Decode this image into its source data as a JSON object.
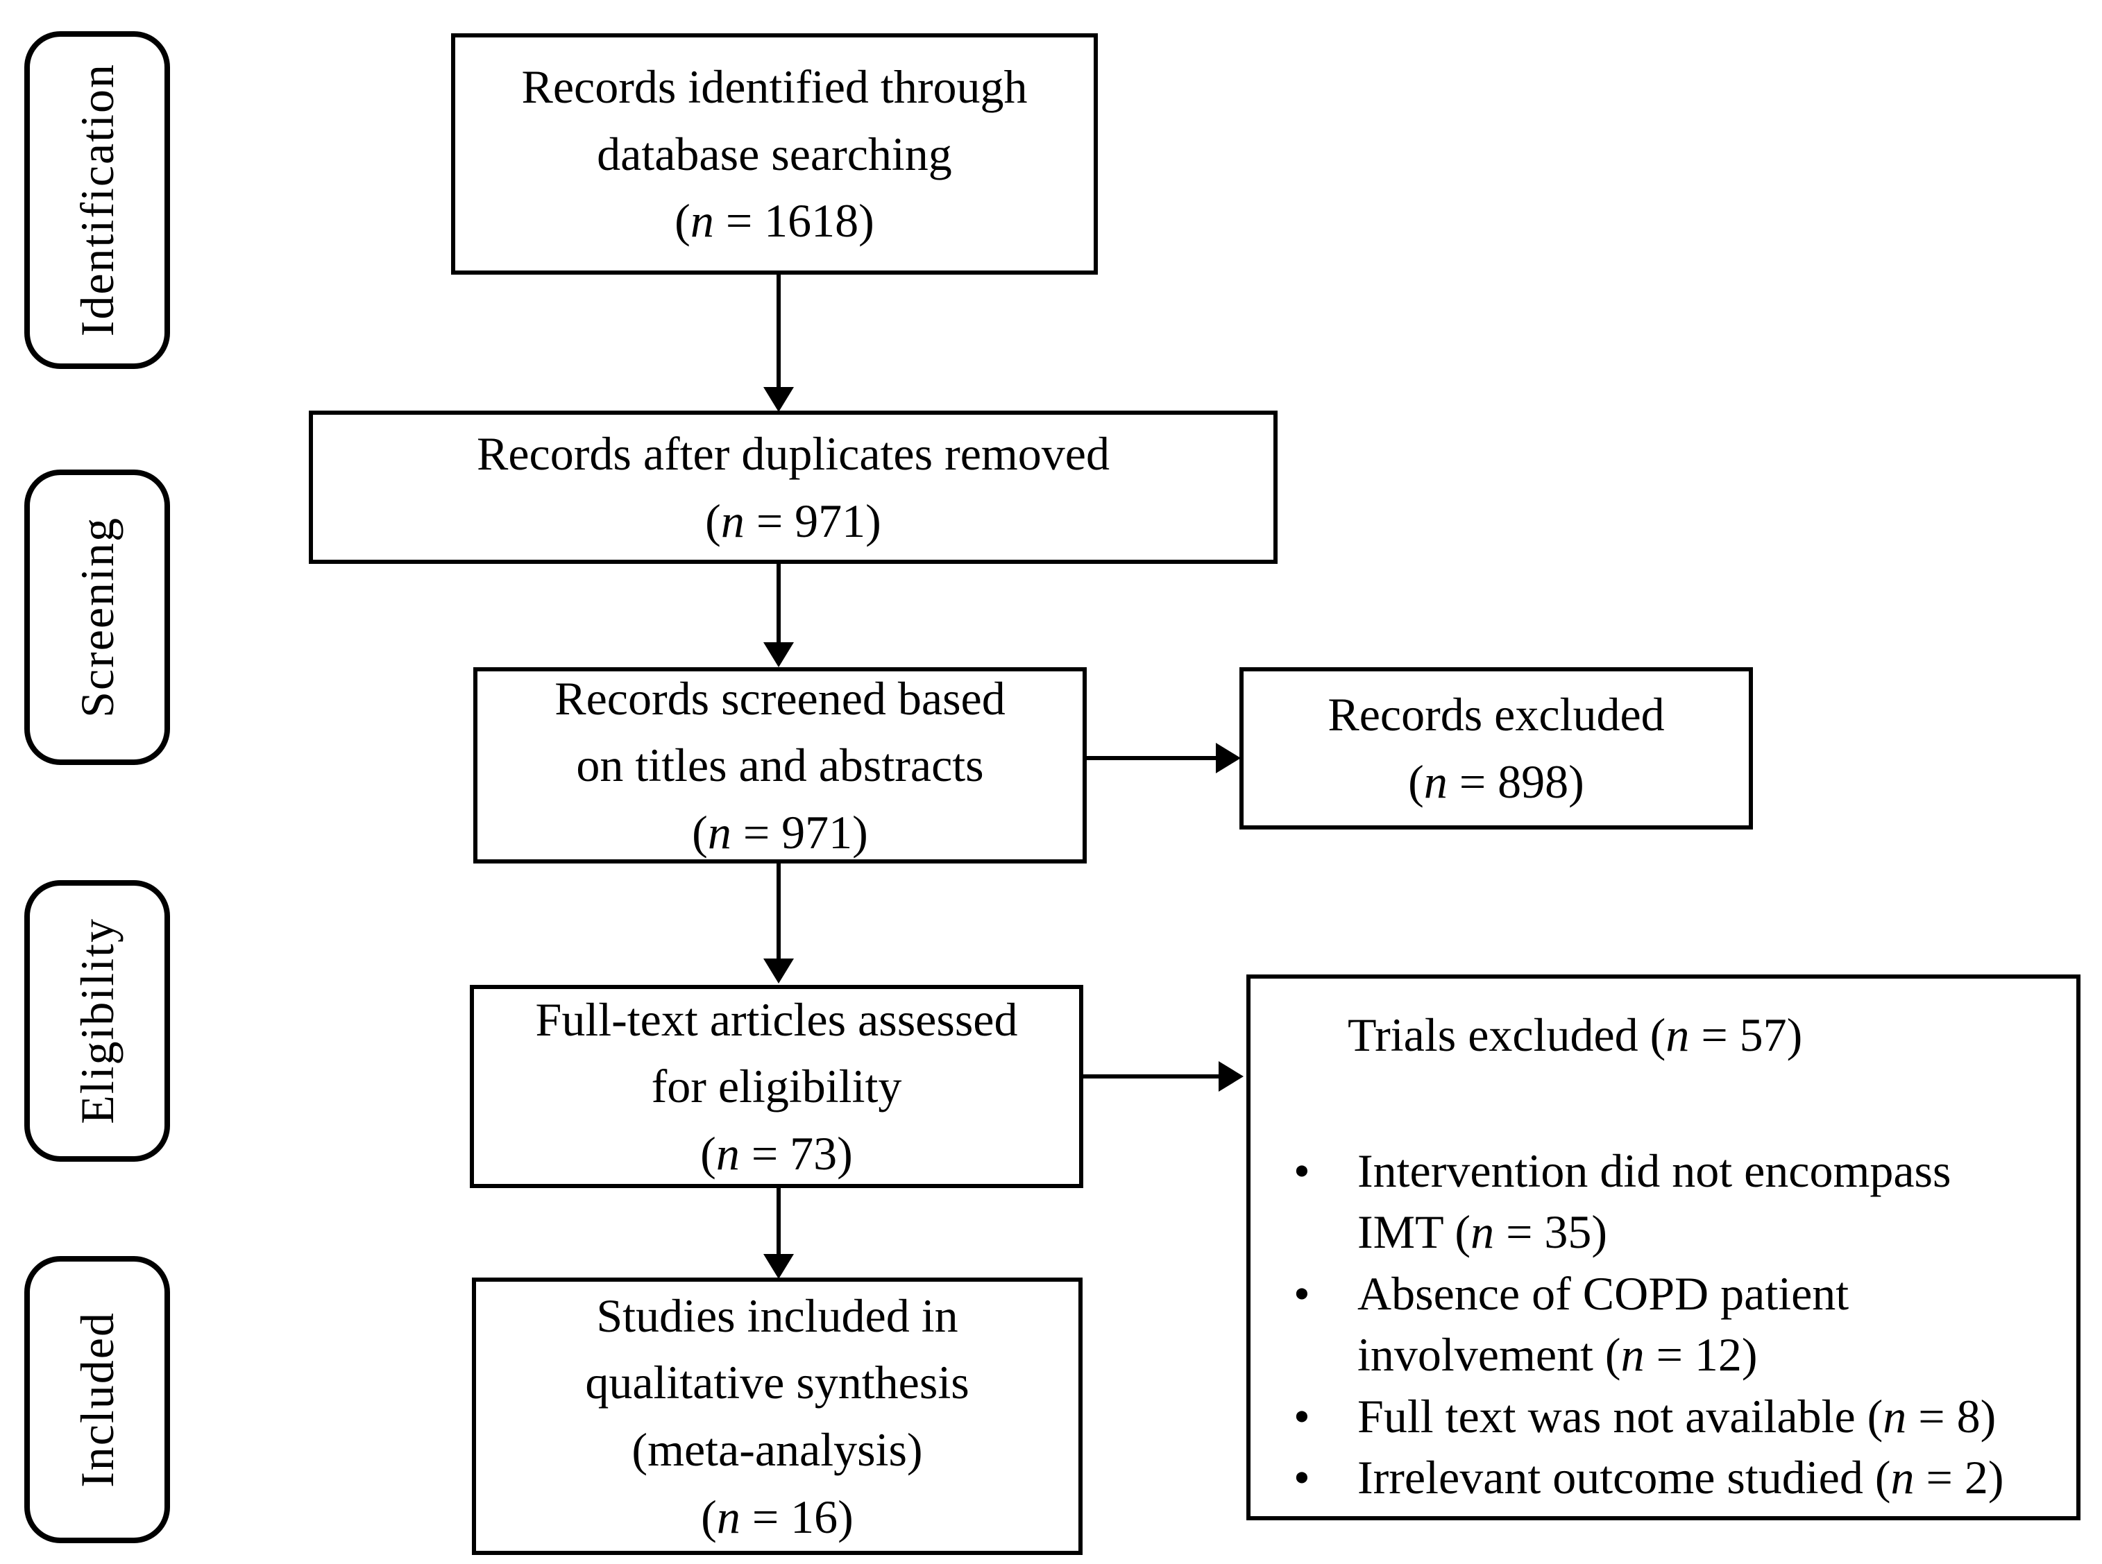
{
  "glyphs": {
    "open": "(",
    "n": "n",
    "bullet": "•"
  },
  "stages": {
    "identification": "Identification",
    "screening": "Screening",
    "eligibility": "Eligibility",
    "included": "Included"
  },
  "boxes": {
    "identified": {
      "l1": "Records identified through",
      "l2": "database searching",
      "n_rest": " = 1618)"
    },
    "duplicates": {
      "l1": "Records after duplicates removed",
      "n_rest": " = 971)"
    },
    "screened": {
      "l1": "Records screened based",
      "l2": "on titles and abstracts",
      "n_rest": " = 971)"
    },
    "fulltext": {
      "l1": "Full-text articles assessed",
      "l2": "for eligibility",
      "n_rest": " = 73)"
    },
    "included_studies": {
      "l1": "Studies included in",
      "l2": "qualitative synthesis",
      "l3": "(meta-analysis)",
      "n_rest": " = 16)"
    },
    "records_excluded": {
      "l1": "Records excluded",
      "n_rest": " = 898)"
    },
    "trials_excluded": {
      "heading_pre": "Trials excluded (",
      "heading_rest": " = 57)",
      "items": [
        {
          "l1": "Intervention did not encompass",
          "l2_pre": "IMT (",
          "l2_rest": " = 35)"
        },
        {
          "l1": "Absence of COPD patient",
          "l2_pre": "involvement (",
          "l2_rest": " = 12)"
        },
        {
          "l1_pre": "Full text was not available (",
          "l1_rest": " = 8)"
        },
        {
          "l1_pre": "Irrelevant outcome studied (",
          "l1_rest": " = 2)"
        }
      ]
    }
  }
}
